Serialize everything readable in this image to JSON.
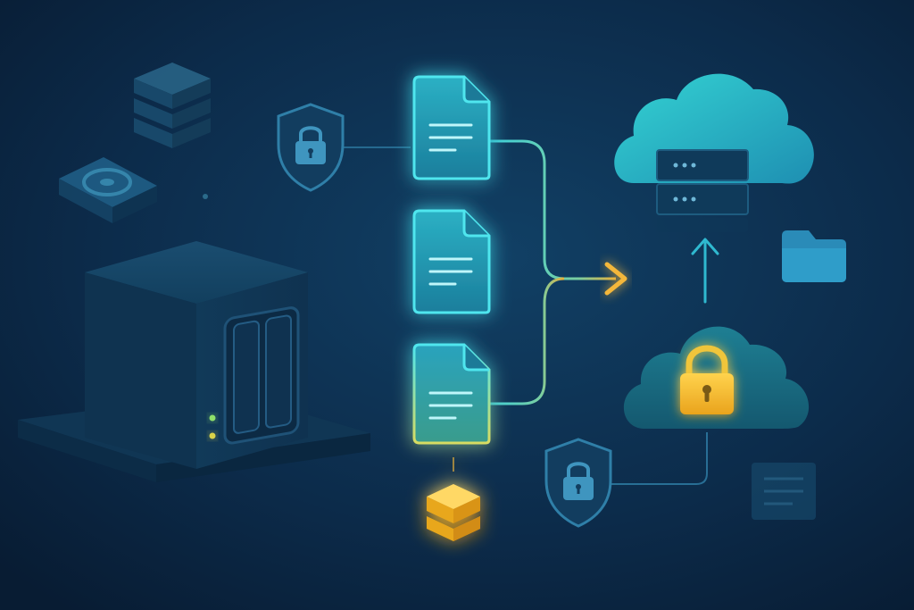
{
  "title": "",
  "colors": {
    "background_center": "#114065",
    "background_edge": "#081c33",
    "document_glow": "#3fe0e8",
    "arrow_accent": "#f4b73a",
    "lock_gold": "#f0c53a",
    "cloud_teal": "#2bbfc5",
    "muted_blue": "#1f5e86"
  },
  "elements": [
    {
      "name": "database-stack-icon",
      "icon": "database-stack"
    },
    {
      "name": "hard-drive-icon",
      "icon": "hard-drive"
    },
    {
      "name": "nas-device",
      "icon": "nas-server"
    },
    {
      "name": "shield-lock-icon",
      "icon": "shield-lock"
    },
    {
      "name": "document-icons",
      "icon": "document",
      "count": 3
    },
    {
      "name": "gold-data-stack-icon",
      "icon": "data-blocks"
    },
    {
      "name": "merge-arrow-icon",
      "icon": "arrow-right"
    },
    {
      "name": "cloud-server-icon",
      "icon": "cloud-server"
    },
    {
      "name": "upload-arrow-icon",
      "icon": "arrow-up"
    },
    {
      "name": "folder-icon",
      "icon": "folder"
    },
    {
      "name": "cloud-lock-icon",
      "icon": "cloud-lock"
    },
    {
      "name": "shield-lock-secondary-icon",
      "icon": "shield-lock"
    },
    {
      "name": "notes-document-icon",
      "icon": "document-lines"
    }
  ]
}
